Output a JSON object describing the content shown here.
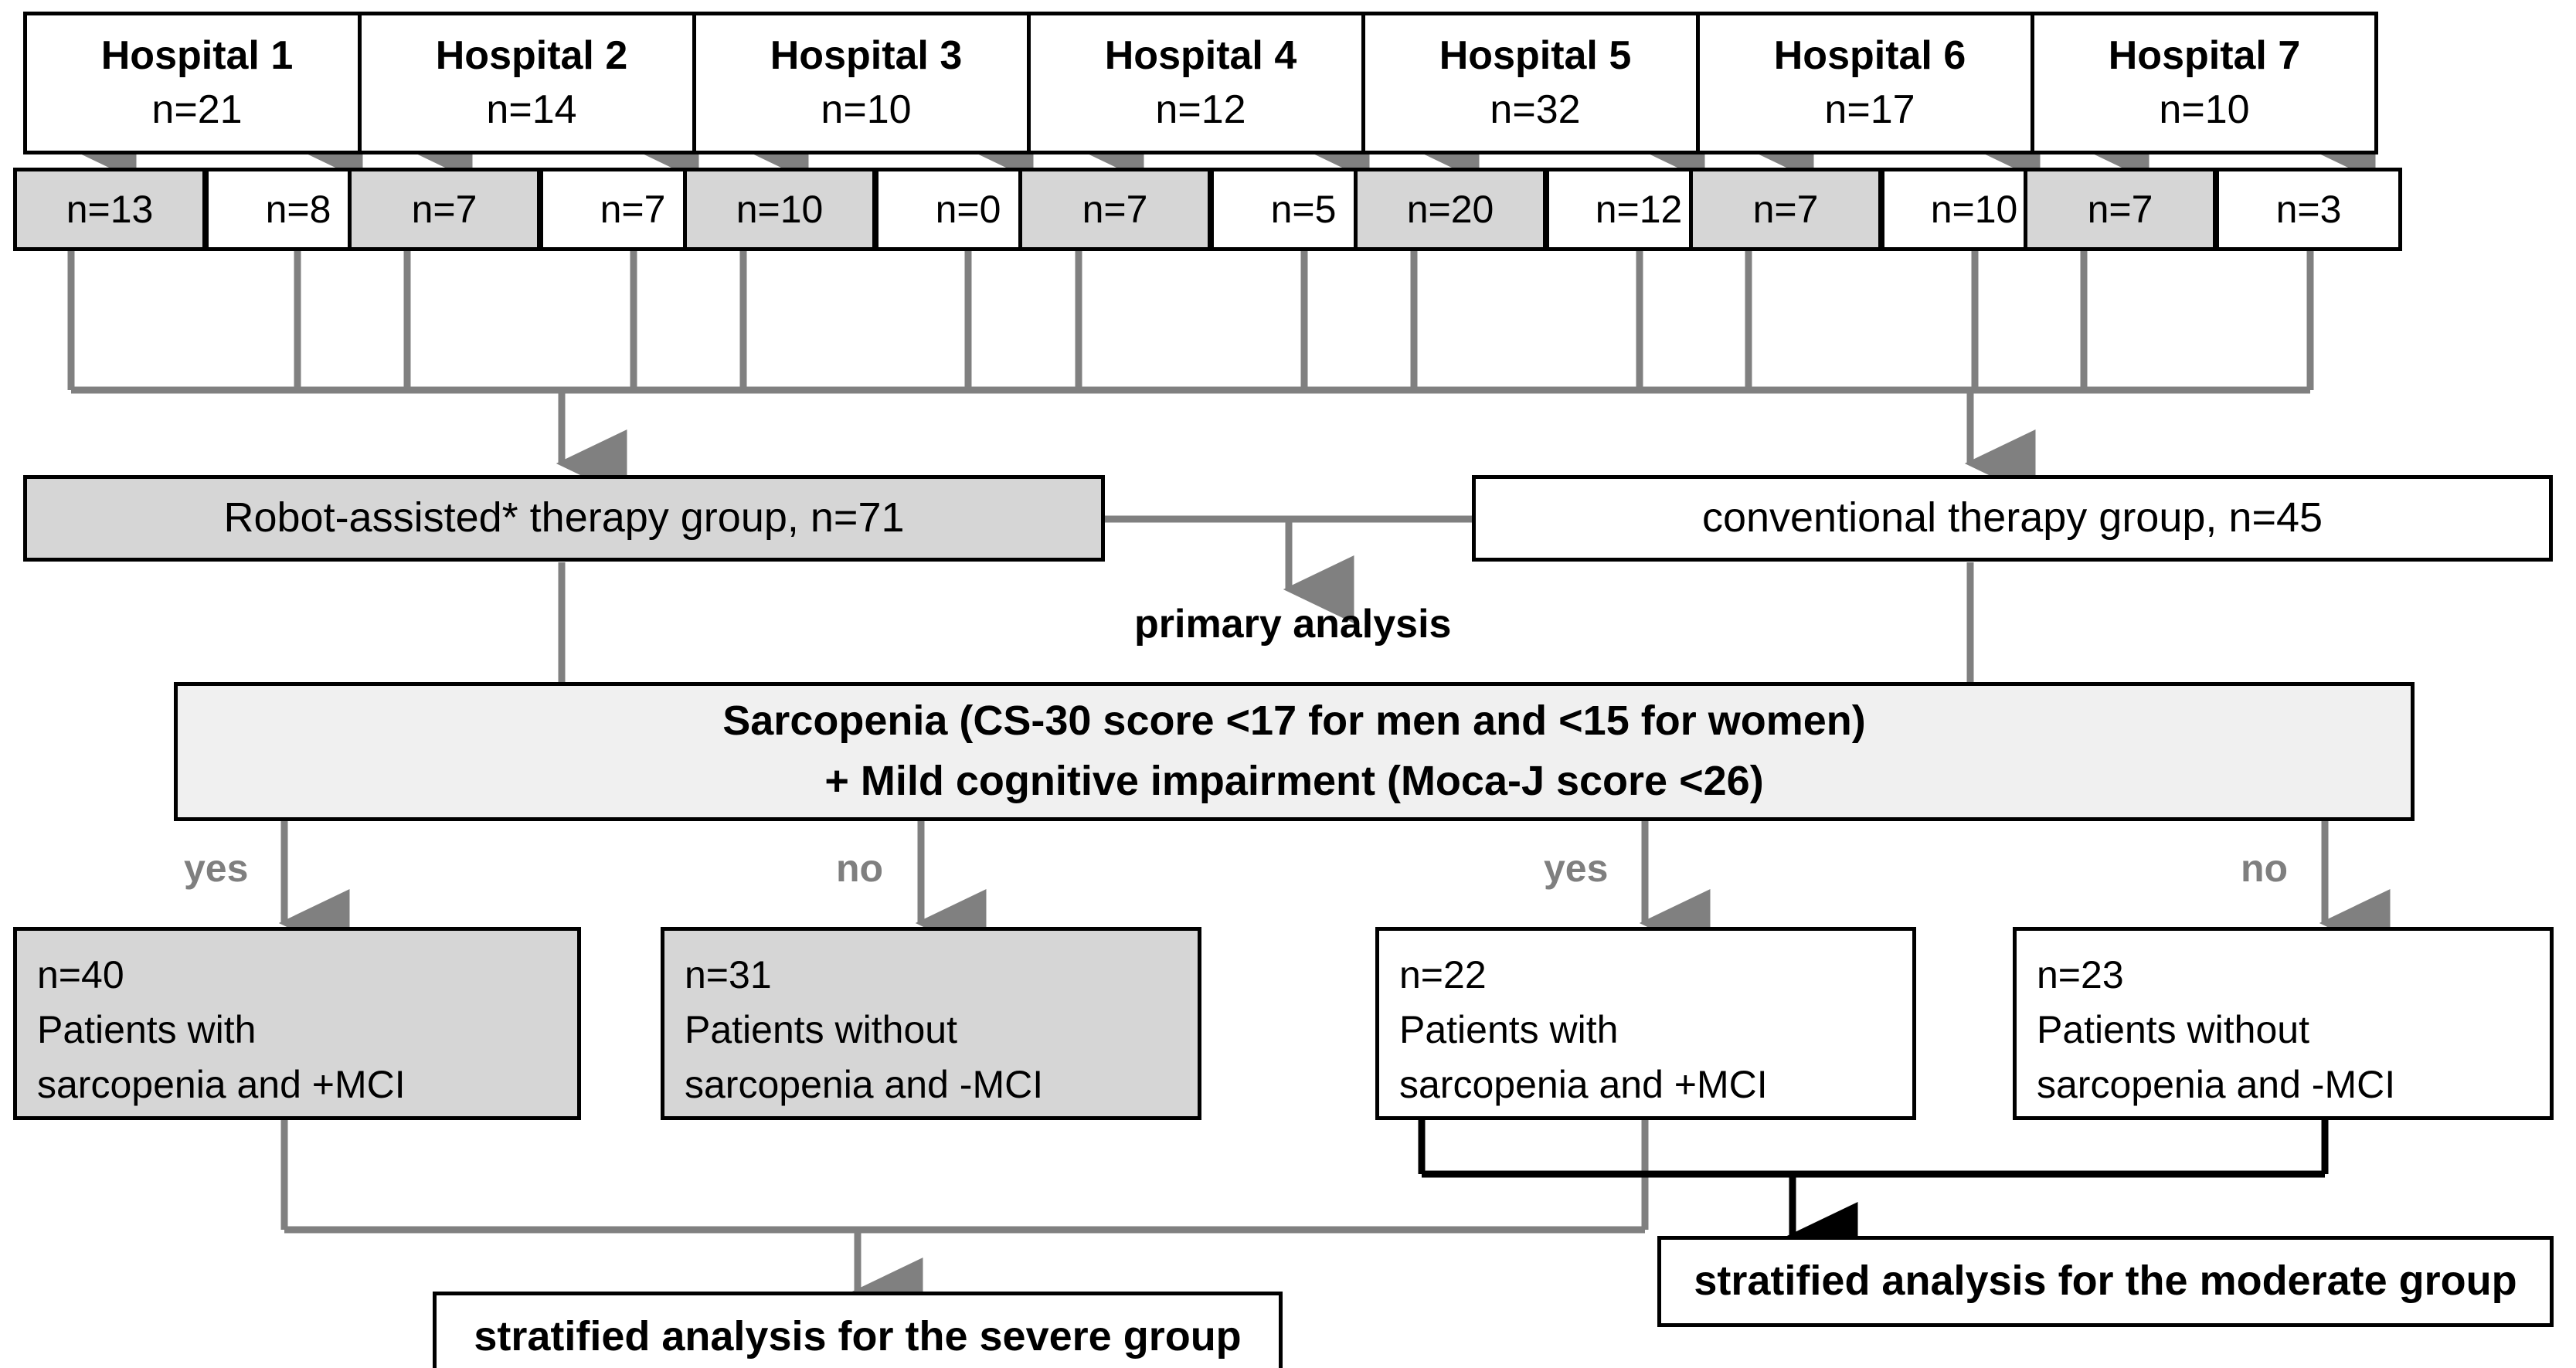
{
  "figure": {
    "type": "flowchart",
    "title": "Participant flow diagram",
    "colors": {
      "shaded_fill": "#d6d6d6",
      "light_fill": "#f0f0f0",
      "white_fill": "#ffffff",
      "box_border": "#000000",
      "gray_connector": "#808080",
      "black_connector": "#000000",
      "yes_no_label": "#7f7f7f"
    }
  },
  "hospitals": [
    {
      "name": "Hospital 1",
      "n": "n=21",
      "robot": "n=13",
      "conventional": "n=8"
    },
    {
      "name": "Hospital 2",
      "n": "n=14",
      "robot": "n=7",
      "conventional": "n=7"
    },
    {
      "name": "Hospital 3",
      "n": "n=10",
      "robot": "n=10",
      "conventional": "n=0"
    },
    {
      "name": "Hospital 4",
      "n": "n=12",
      "robot": "n=7",
      "conventional": "n=5"
    },
    {
      "name": "Hospital 5",
      "n": "n=32",
      "robot": "n=20",
      "conventional": "n=12"
    },
    {
      "name": "Hospital 6",
      "n": "n=17",
      "robot": "n=7",
      "conventional": "n=10"
    },
    {
      "name": "Hospital 7",
      "n": "n=10",
      "robot": "n=7",
      "conventional": "n=3"
    }
  ],
  "groups": {
    "robot": "Robot-assisted* therapy group, n=71",
    "conventional": "conventional therapy group, n=45"
  },
  "primary_analysis": "primary analysis",
  "criteria": {
    "line1": "Sarcopenia (CS-30 score <17 for men and <15 for women)",
    "line2": "+ Mild cognitive impairment (Moca-J score <26)"
  },
  "branch_labels": {
    "robot_yes": "yes",
    "robot_no": "no",
    "conv_yes": "yes",
    "conv_no": "no"
  },
  "outcomes": [
    {
      "n": "n=40",
      "line1": "Patients with",
      "line2": "sarcopenia and +MCI"
    },
    {
      "n": "n=31",
      "line1": "Patients without",
      "line2": "sarcopenia and -MCI"
    },
    {
      "n": "n=22",
      "line1": "Patients with",
      "line2": "sarcopenia and +MCI"
    },
    {
      "n": "n=23",
      "line1": "Patients without",
      "line2": "sarcopenia and -MCI"
    }
  ],
  "analyses": {
    "severe": "stratified analysis for the severe group",
    "moderate": "stratified analysis for the moderate group"
  }
}
